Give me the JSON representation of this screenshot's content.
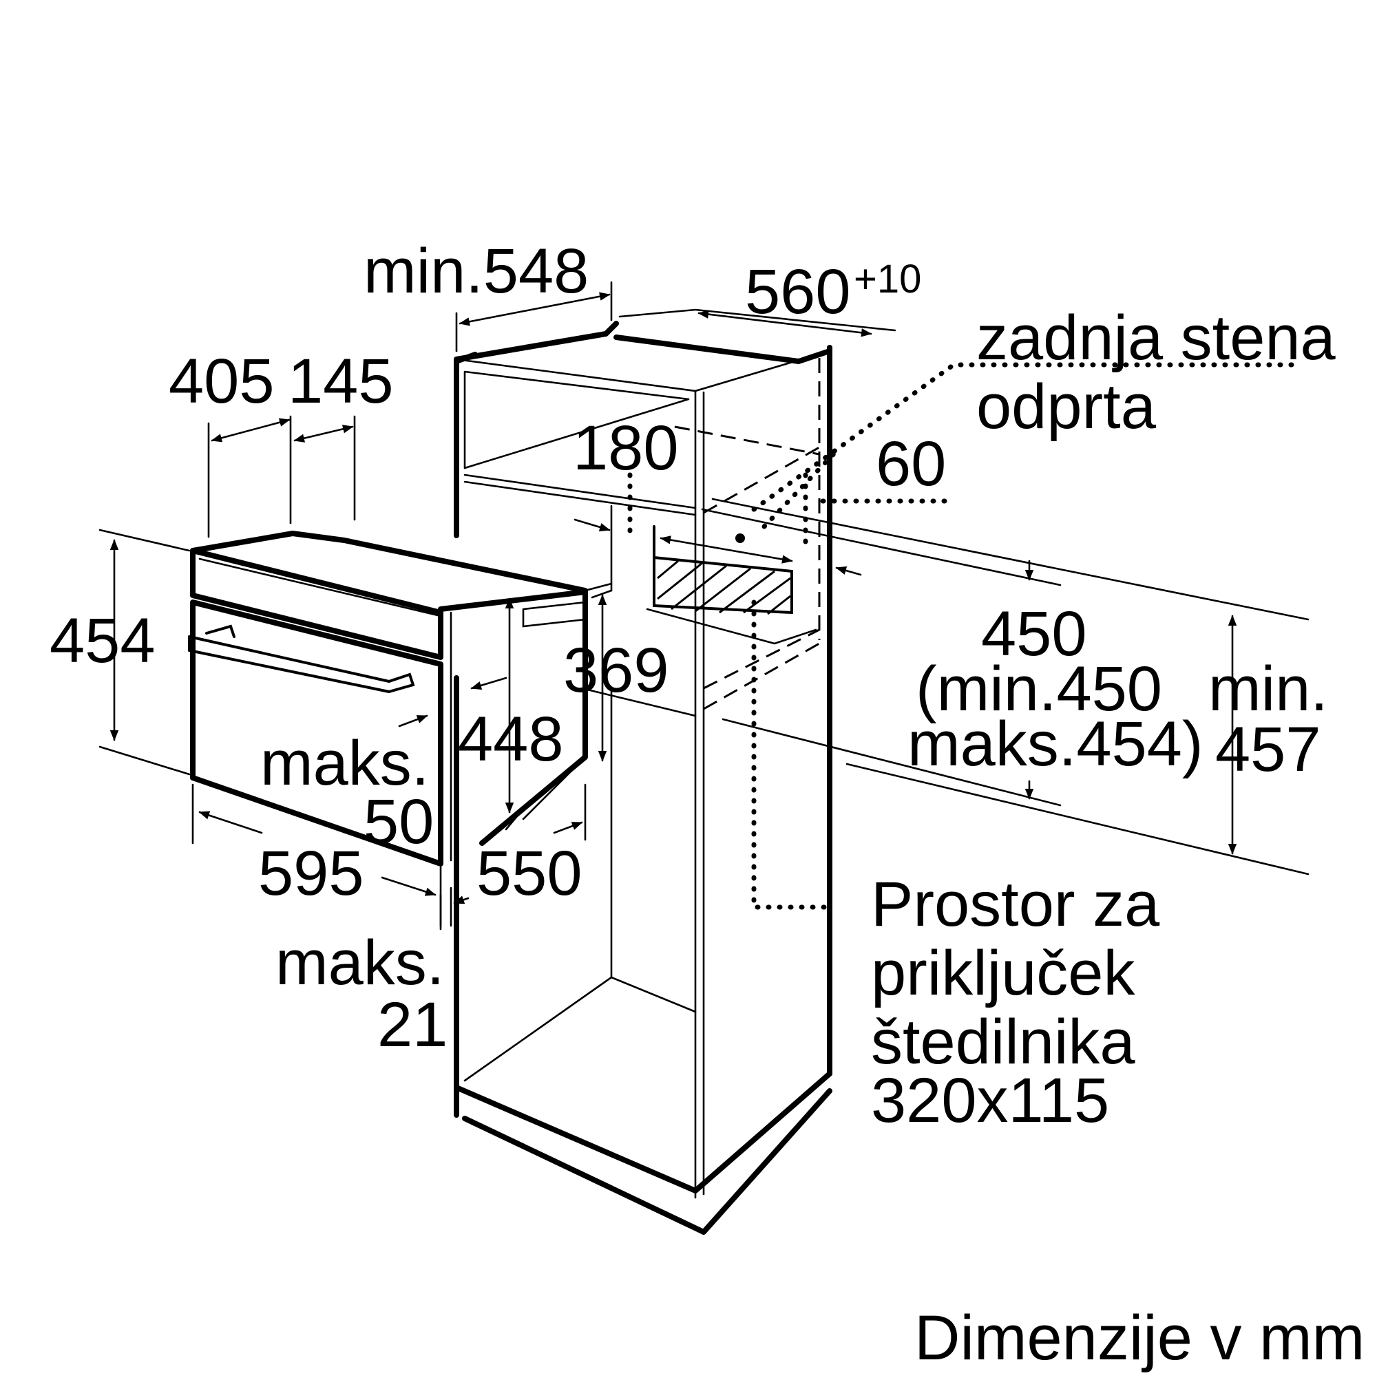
{
  "dimensions": {
    "min_548": "min.548",
    "d560": "560",
    "d560_tol": "+10",
    "d405": "405",
    "d145": "145",
    "d180": "180",
    "d60": "60",
    "d454": "454",
    "d369": "369",
    "d448": "448",
    "d450": "450",
    "d450_range_1": "(min.450",
    "d450_range_2": "maks.454)",
    "min457_1": "min.",
    "min457_2": "457",
    "maks50_1": "maks.",
    "maks50_2": "50",
    "d595": "595",
    "d550": "550",
    "maks21_1": "maks.",
    "maks21_2": "21"
  },
  "notes": {
    "back_wall_1": "zadnja stena",
    "back_wall_2": "odprta",
    "connection_1": "Prostor za",
    "connection_2": "priključek",
    "connection_3": "štedilnika",
    "connection_4": "320x115"
  },
  "footer": {
    "units": "Dimenzije v mm"
  }
}
